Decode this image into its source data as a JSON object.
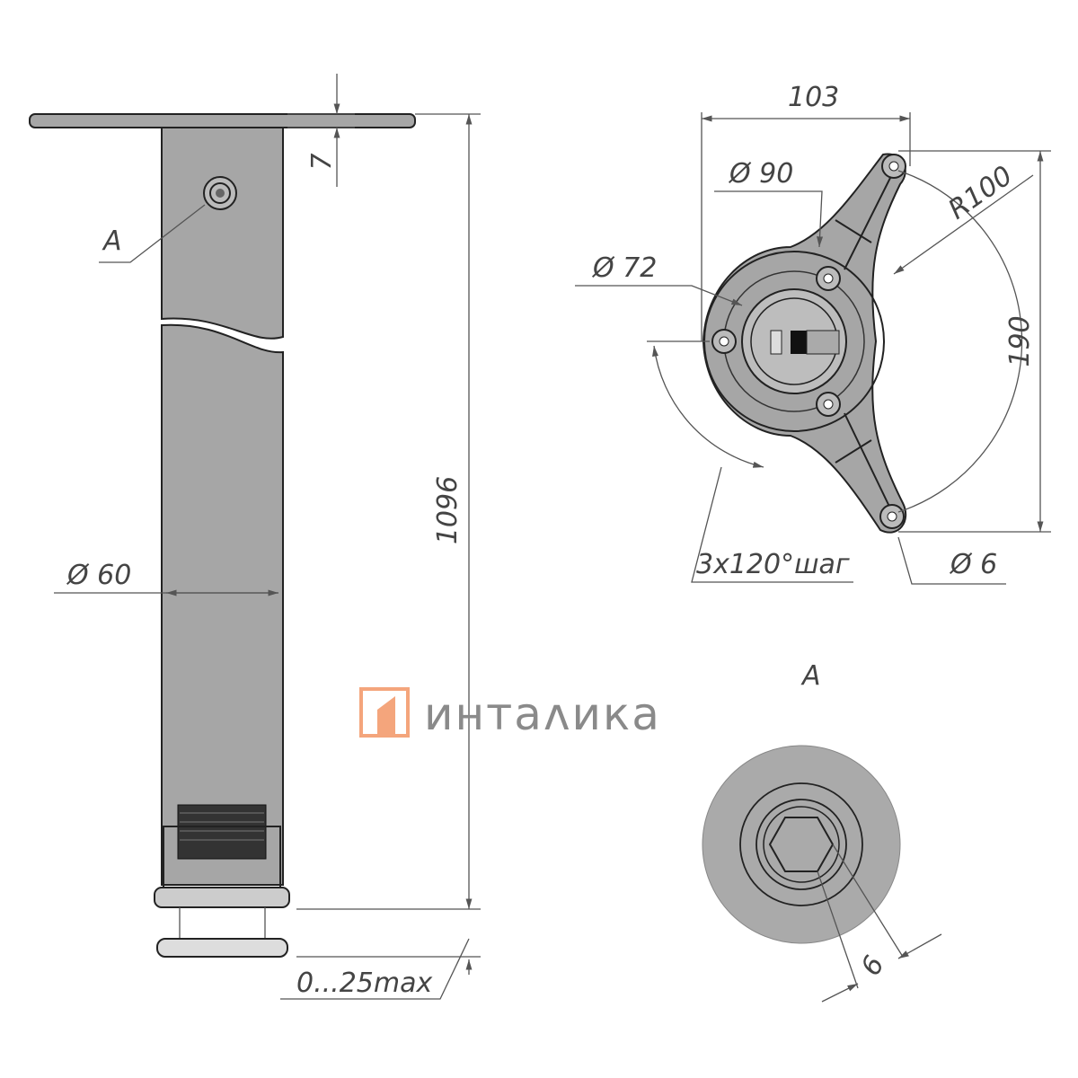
{
  "logo": {
    "text": "интаʌика",
    "mark_color": "#f4a57c",
    "text_color": "#8a8a8a"
  },
  "side_view": {
    "plate_thickness": "7",
    "height": "1096",
    "tube_diameter": "Ø 60",
    "detail_ref": "A",
    "adjustment": "0...25max"
  },
  "flange_view": {
    "width": "103",
    "outer_diameter": "Ø 90",
    "inner_diameter": "Ø 72",
    "radius": "R100",
    "height": "190",
    "hole_pattern": "3x120°шаг",
    "hole_diameter": "Ø 6"
  },
  "detail_view": {
    "title": "A",
    "hex_size": "6"
  }
}
